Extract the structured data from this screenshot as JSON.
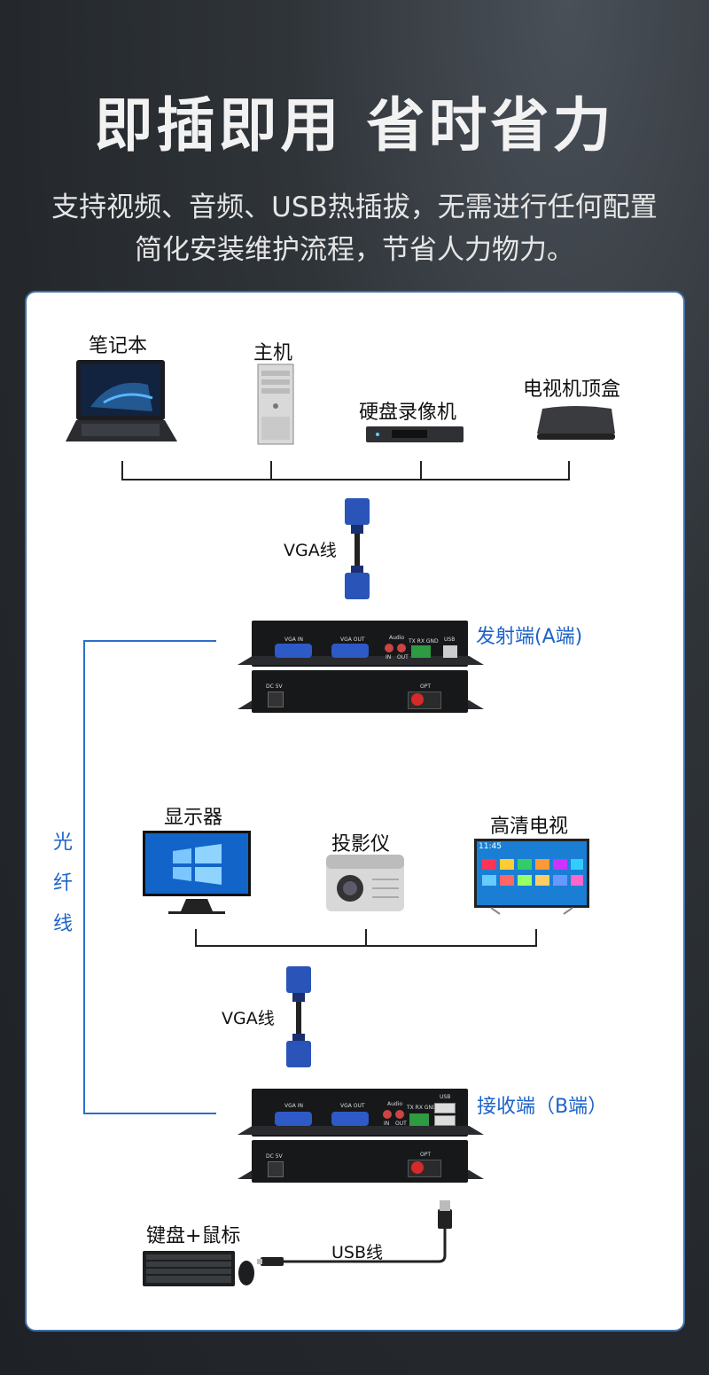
{
  "header": {
    "title": "即插即用 省时省力",
    "line1": "支持视频、音频、USB热插拔，无需进行任何配置",
    "line2": "简化安装维护流程，节省人力物力。"
  },
  "sources": {
    "laptop": "笔记本",
    "host": "主机",
    "dvr": "硬盘录像机",
    "stb": "电视机顶盒"
  },
  "cable_top": "VGA线",
  "transmitter": {
    "label": "发射端(A端)",
    "vga_in": "VGA IN",
    "vga_out": "VGA OUT",
    "audio": "Audio",
    "in": "IN",
    "out": "OUT",
    "serial": "TX RX GND",
    "usb": "USB",
    "dc": "DC 5V",
    "opt": "OPT"
  },
  "fiber": [
    "光",
    "纤",
    "线"
  ],
  "displays": {
    "monitor": "显示器",
    "projector": "投影仪",
    "hdtv": "高清电视",
    "tv_time": "11:45"
  },
  "cable_bottom": "VGA线",
  "receiver": {
    "label": "接收端（B端）",
    "vga_in": "VGA IN",
    "vga_out": "VGA OUT",
    "audio": "Audio",
    "in": "IN",
    "out": "OUT",
    "serial": "TX RX GND",
    "usb": "USB",
    "dc": "DC 5V",
    "opt": "OPT"
  },
  "peripherals": {
    "kbm": "键盘+鼠标",
    "usb_cable": "USB线"
  }
}
